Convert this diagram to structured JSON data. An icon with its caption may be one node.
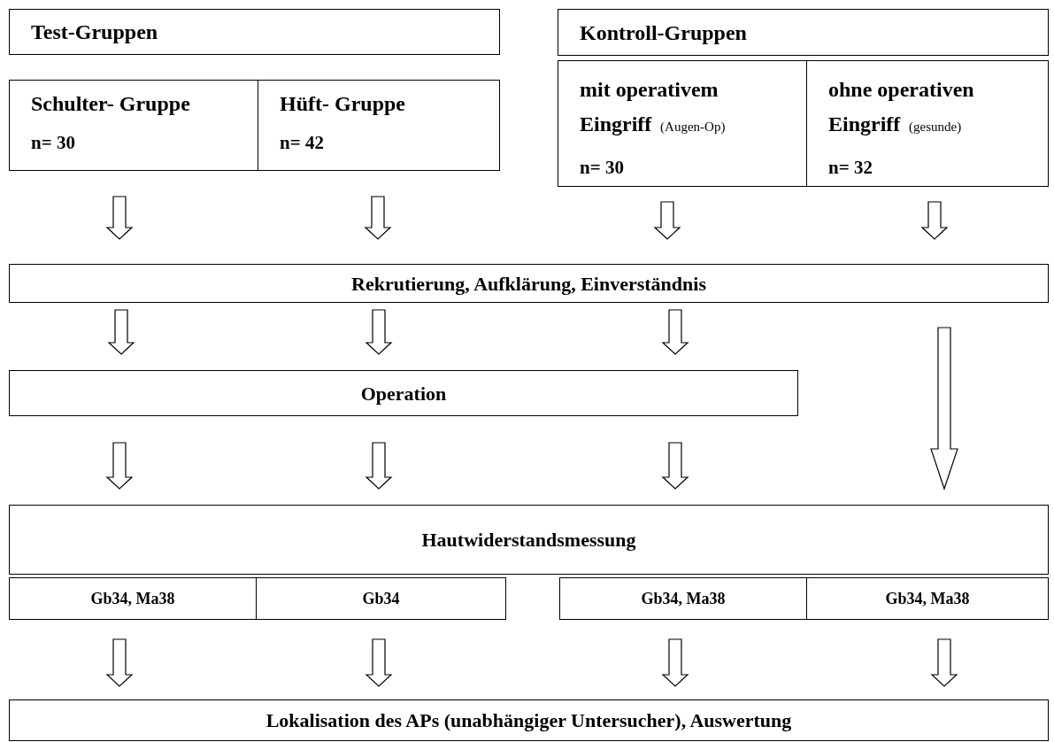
{
  "diagram": {
    "nodes": [
      {
        "text": [
          "Test-Gruppen"
        ]
      },
      {
        "text": [
          "Schulter- Gruppe",
          "n= 30"
        ]
      },
      {
        "text": [
          "Hüft- Gruppe",
          "n= 42"
        ]
      },
      {
        "text": [
          "Kontroll-Gruppen"
        ]
      },
      {
        "text": [
          "**mit operativem Eingriff** (Augen-Op)",
          "n= 30"
        ]
      },
      {
        "text": [
          "**ohne operativen Eingriff** (gesunde)",
          "n= 32"
        ]
      },
      {
        "text": [
          "Rekrutierung, Aufklärung, Einverständnis"
        ]
      },
      {
        "text": [
          "Operation"
        ]
      },
      {
        "text": [
          "Hautwiderstandsmessung"
        ]
      },
      {
        "text": [
          "Gb34, Ma38"
        ]
      },
      {
        "text": [
          "Gb34"
        ]
      },
      {
        "text": [
          "Gb34, Ma38"
        ]
      },
      {
        "text": [
          "Gb34, Ma38"
        ]
      },
      {
        "text": [
          "Lokalisation des APs (unabhängiger Untersucher), Auswertung"
        ]
      }
    ],
    "edges": [
      {
        "from": 1,
        "to": 6,
        "arrow": "to"
      },
      {
        "from": 2,
        "to": 6,
        "arrow": "to"
      },
      {
        "from": 4,
        "to": 6,
        "arrow": "to"
      },
      {
        "from": 5,
        "to": 6,
        "arrow": "to"
      },
      {
        "from": 6,
        "to": 7,
        "arrow": "to"
      },
      {
        "from": 6,
        "to": 7,
        "arrow": "to"
      },
      {
        "from": 6,
        "to": 7,
        "arrow": "to"
      },
      {
        "from": 6,
        "to": 8,
        "arrow": "to"
      },
      {
        "from": 7,
        "to": 8,
        "arrow": "to"
      },
      {
        "from": 7,
        "to": 8,
        "arrow": "to"
      },
      {
        "from": 7,
        "to": 8,
        "arrow": "to"
      },
      {
        "from": 9,
        "to": 13,
        "arrow": "to"
      },
      {
        "from": 10,
        "to": 13,
        "arrow": "to"
      },
      {
        "from": 11,
        "to": 13,
        "arrow": "to"
      },
      {
        "from": 12,
        "to": 13,
        "arrow": "to"
      }
    ]
  }
}
